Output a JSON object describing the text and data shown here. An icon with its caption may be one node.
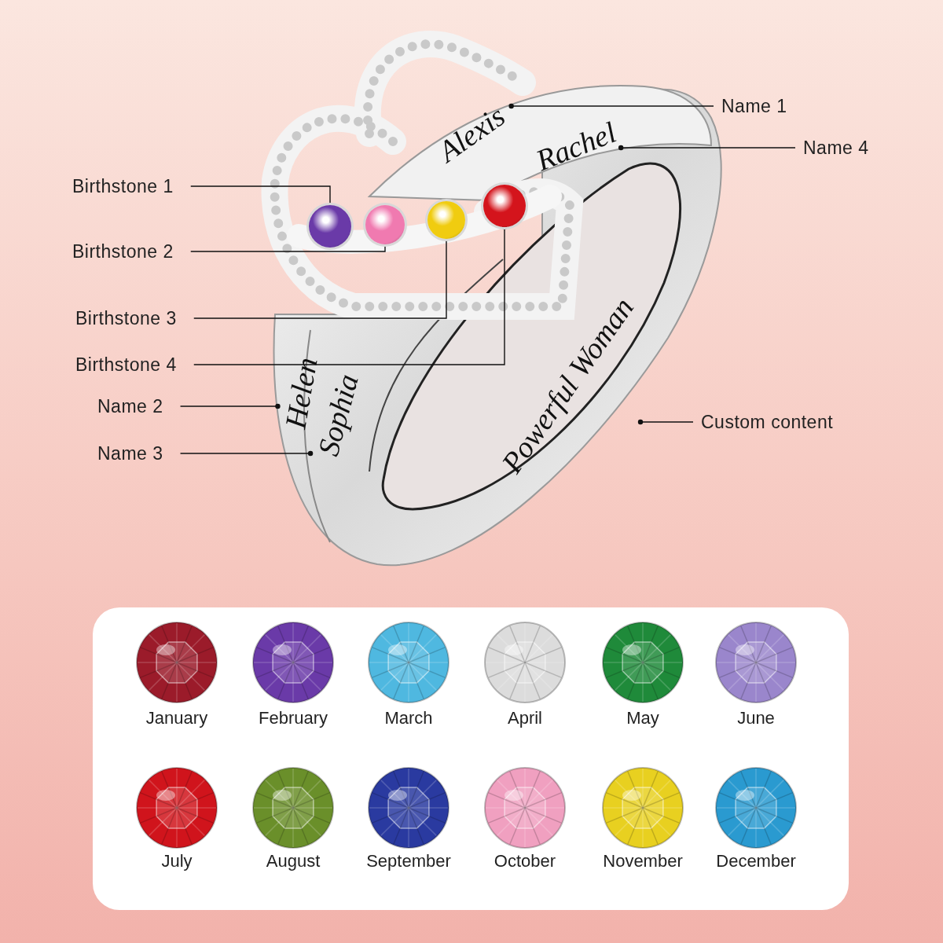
{
  "diagram": {
    "nodes": [
      {
        "text": [
          "Name 1"
        ]
      },
      {
        "text": [
          "Name 4"
        ]
      },
      {
        "text": [
          "Birthstone 1"
        ]
      },
      {
        "text": [
          "Birthstone 2"
        ]
      },
      {
        "text": [
          "Birthstone 3"
        ]
      },
      {
        "text": [
          "Birthstone 4"
        ]
      },
      {
        "text": [
          "Name 2"
        ]
      },
      {
        "text": [
          "Name 3"
        ]
      },
      {
        "text": [
          "Custom content"
        ]
      },
      {
        "text": [
          "Alexis"
        ]
      },
      {
        "text": [
          "Rachel"
        ]
      },
      {
        "text": [
          "Helen"
        ]
      },
      {
        "text": [
          "Sophia"
        ]
      },
      {
        "text": [
          "Powerful Woman"
        ]
      },
      {
        "text": [],
        "shape": "circle"
      },
      {
        "text": [],
        "shape": "circle"
      },
      {
        "text": [],
        "shape": "circle"
      },
      {
        "text": [],
        "shape": "circle"
      }
    ],
    "edges": [
      {
        "from": 0,
        "to": 9,
        "arrow": "other"
      },
      {
        "from": 1,
        "to": 10,
        "arrow": "other"
      },
      {
        "from": 2,
        "to": 14,
        "arrow": "none"
      },
      {
        "from": 3,
        "to": 15,
        "arrow": "none"
      },
      {
        "from": 4,
        "to": 16,
        "arrow": "none"
      },
      {
        "from": 5,
        "to": 17,
        "arrow": "other"
      },
      {
        "from": 6,
        "to": 11,
        "arrow": "other"
      },
      {
        "from": 7,
        "to": 12,
        "arrow": "other"
      },
      {
        "from": 8,
        "to": 13,
        "arrow": "other"
      }
    ],
    "legend": [
      {
        "text": "January",
        "color": "#9b1b2a"
      },
      {
        "text": "February",
        "color": "#6a3aa8"
      },
      {
        "text": "March",
        "color": "#4fb8e0"
      },
      {
        "text": "April",
        "color": "#dcdcdc"
      },
      {
        "text": "May",
        "color": "#1f8a3a"
      },
      {
        "text": "June",
        "color": "#9a86cc"
      },
      {
        "text": "July",
        "color": "#d0141c"
      },
      {
        "text": "August",
        "color": "#6a8f2a"
      },
      {
        "text": "September",
        "color": "#2a3aa0"
      },
      {
        "text": "October",
        "color": "#f0a0c0"
      },
      {
        "text": "November",
        "color": "#e8d020"
      },
      {
        "text": "December",
        "color": "#2a9ad0"
      }
    ]
  }
}
